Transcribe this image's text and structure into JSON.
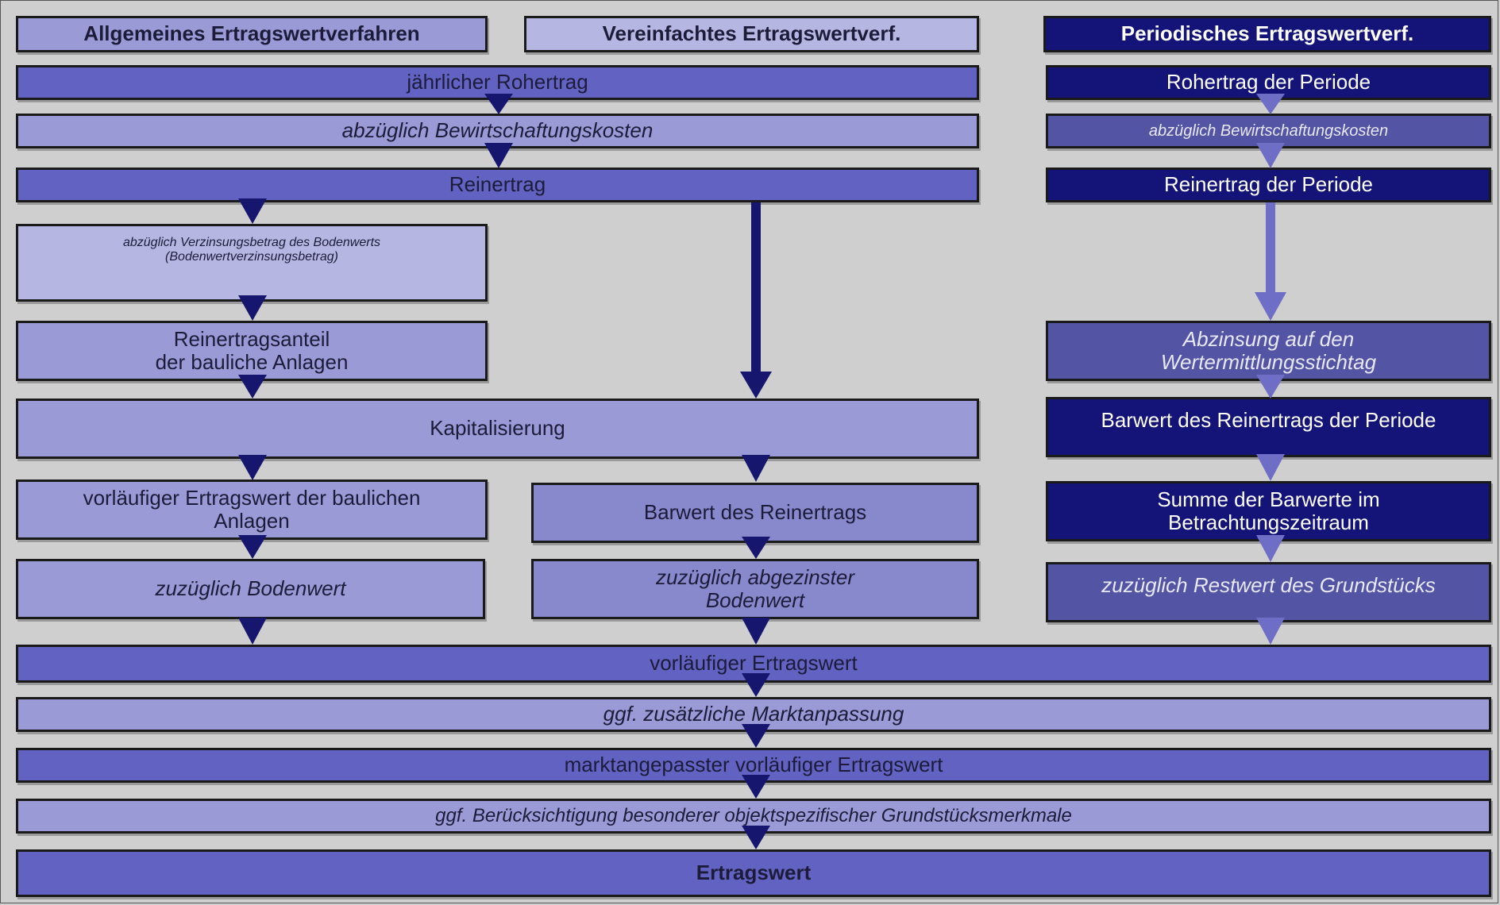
{
  "colors": {
    "dark_arrow": "#16166e",
    "light_arrow": "#6e6ec6",
    "bar_medium": "#6262c2",
    "bar_light": "#9a9ad6",
    "bar_pale": "#b6b6e2",
    "dark_navy": "#131378",
    "slate_purple": "#5454a4"
  },
  "headers": {
    "allgemein": "Allgemeines Ertragswertverfahren",
    "vereinfacht": "Vereinfachtes Ertragswertverf.",
    "periodisch": "Periodisches Ertragswertverf."
  },
  "left": {
    "rohertrag": "jährlicher Rohertrag",
    "bewirtschaftung": "abzüglich Bewirtschaftungskosten",
    "reinertrag": "Reinertrag",
    "verzinsung": "abzüglich Verzinsungsbetrag des Bodenwerts\n(Bodenwertverzinsungsbetrag)",
    "reinertragsanteil": "Reinertragsanteil\nder bauliche Anlagen",
    "kapitalisierung": "Kapitalisierung",
    "vorlaeufig_bauliche": "vorläufiger Ertragswert der baulichen\nAnlagen",
    "zuzueglich_bodenwert": "zuzüglich Bodenwert",
    "barwert_reinertrag": "Barwert des Reinertrags",
    "zuzueglich_abgezinst": "zuzüglich abgezinster\nBodenwert"
  },
  "right": {
    "rohertrag_periode": "Rohertrag der Periode",
    "bewirtschaftung": "abzüglich Bewirtschaftungskosten",
    "reinertrag_periode": "Reinertrag der Periode",
    "abzinsung": "Abzinsung auf den\nWertermittlungsstichtag",
    "barwert_periode": "Barwert des Reinertrags der Periode",
    "summe_barwerte": "Summe  der Barwerte im\nBetrachtungszeitraum",
    "restwert": "zuzüglich Restwert des Grundstücks"
  },
  "bottom": {
    "vorlaeufiger_ertragswert": "vorläufiger Ertragswert",
    "marktanpassung": "ggf. zusätzliche Marktanpassung",
    "marktangepasst": "marktangepasster vorläufiger Ertragswert",
    "besondere_merkmale": "ggf. Berücksichtigung besonderer objektspezifischer Grundstücksmerkmale",
    "ertragswert": "Ertragswert"
  }
}
